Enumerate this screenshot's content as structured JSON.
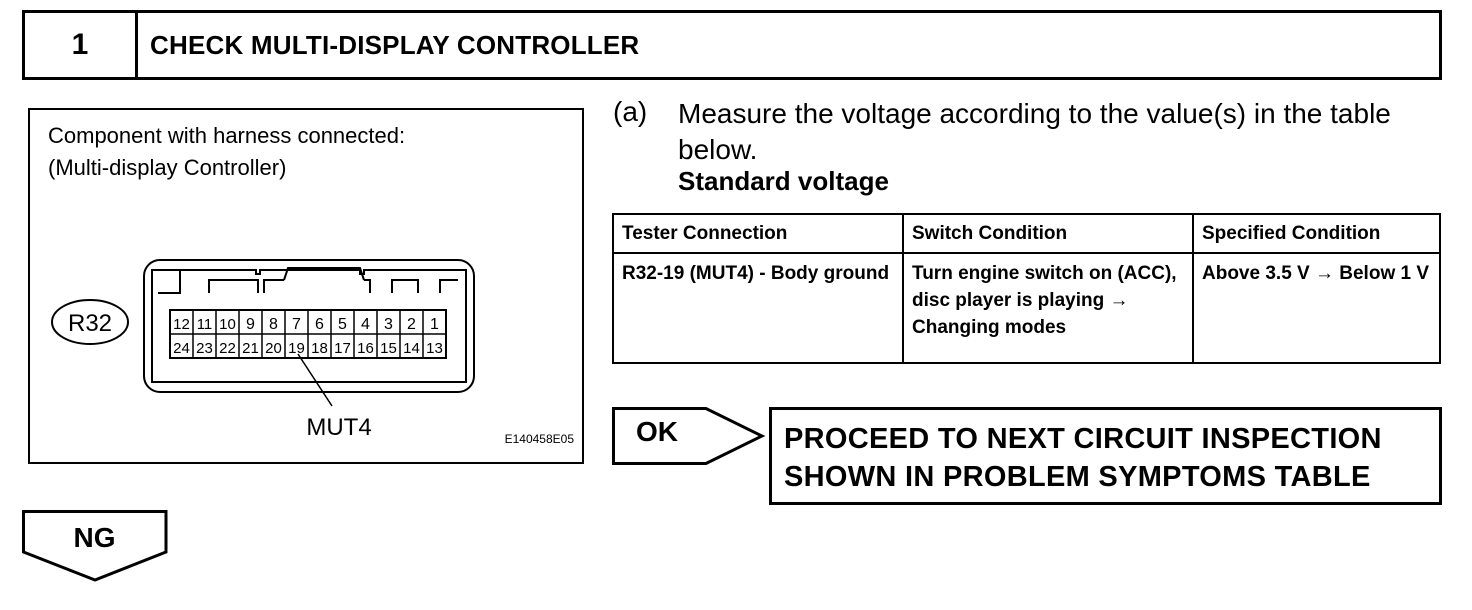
{
  "step": {
    "number": "1",
    "title": "CHECK MULTI-DISPLAY CONTROLLER"
  },
  "figure": {
    "caption_line1": "Component with harness connected:",
    "caption_line2": "(Multi-display Controller)",
    "connector_id": "R32",
    "pins_top": [
      "12",
      "11",
      "10",
      "9",
      "8",
      "7",
      "6",
      "5",
      "4",
      "3",
      "2",
      "1"
    ],
    "pins_bottom": [
      "24",
      "23",
      "22",
      "21",
      "20",
      "19",
      "18",
      "17",
      "16",
      "15",
      "14",
      "13"
    ],
    "callout_label": "MUT4",
    "figure_id": "E140458E05"
  },
  "instruction": {
    "marker": "(a)",
    "text": "Measure the voltage according to the value(s) in the table below.",
    "standard_label": "Standard voltage"
  },
  "table": {
    "headers": [
      "Tester Connection",
      "Switch Condition",
      "Specified Condition"
    ],
    "rows": [
      [
        "R32-19 (MUT4) - Body ground",
        "Turn engine switch on (ACC), disc player is playing → Changing modes",
        "Above 3.5 V → Below 1 V"
      ]
    ]
  },
  "result": {
    "ok_label": "OK",
    "ok_action": "PROCEED TO NEXT CIRCUIT INSPECTION SHOWN IN PROBLEM SYMPTOMS TABLE",
    "ng_label": "NG"
  }
}
